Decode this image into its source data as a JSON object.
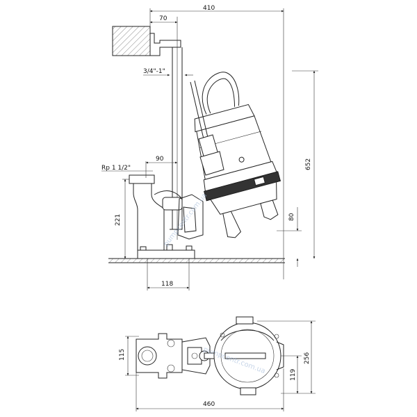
{
  "side_view": {
    "dim_top_total": "410",
    "dim_top_offset": "70",
    "dim_guide_pipe": "3/4\"-1\"",
    "dim_outlet_thread": "Rp 1 1/2\"",
    "dim_outlet_offset": "90",
    "dim_overall_height": "652",
    "dim_outlet_height": "221",
    "dim_motor_clearance": "80",
    "dim_base_width": "118"
  },
  "top_view": {
    "dim_coupling_width": "115",
    "dim_overall_width": "256",
    "dim_half_width": "119",
    "dim_overall_length": "460"
  },
  "watermark": "pumpcentr.com.ua"
}
